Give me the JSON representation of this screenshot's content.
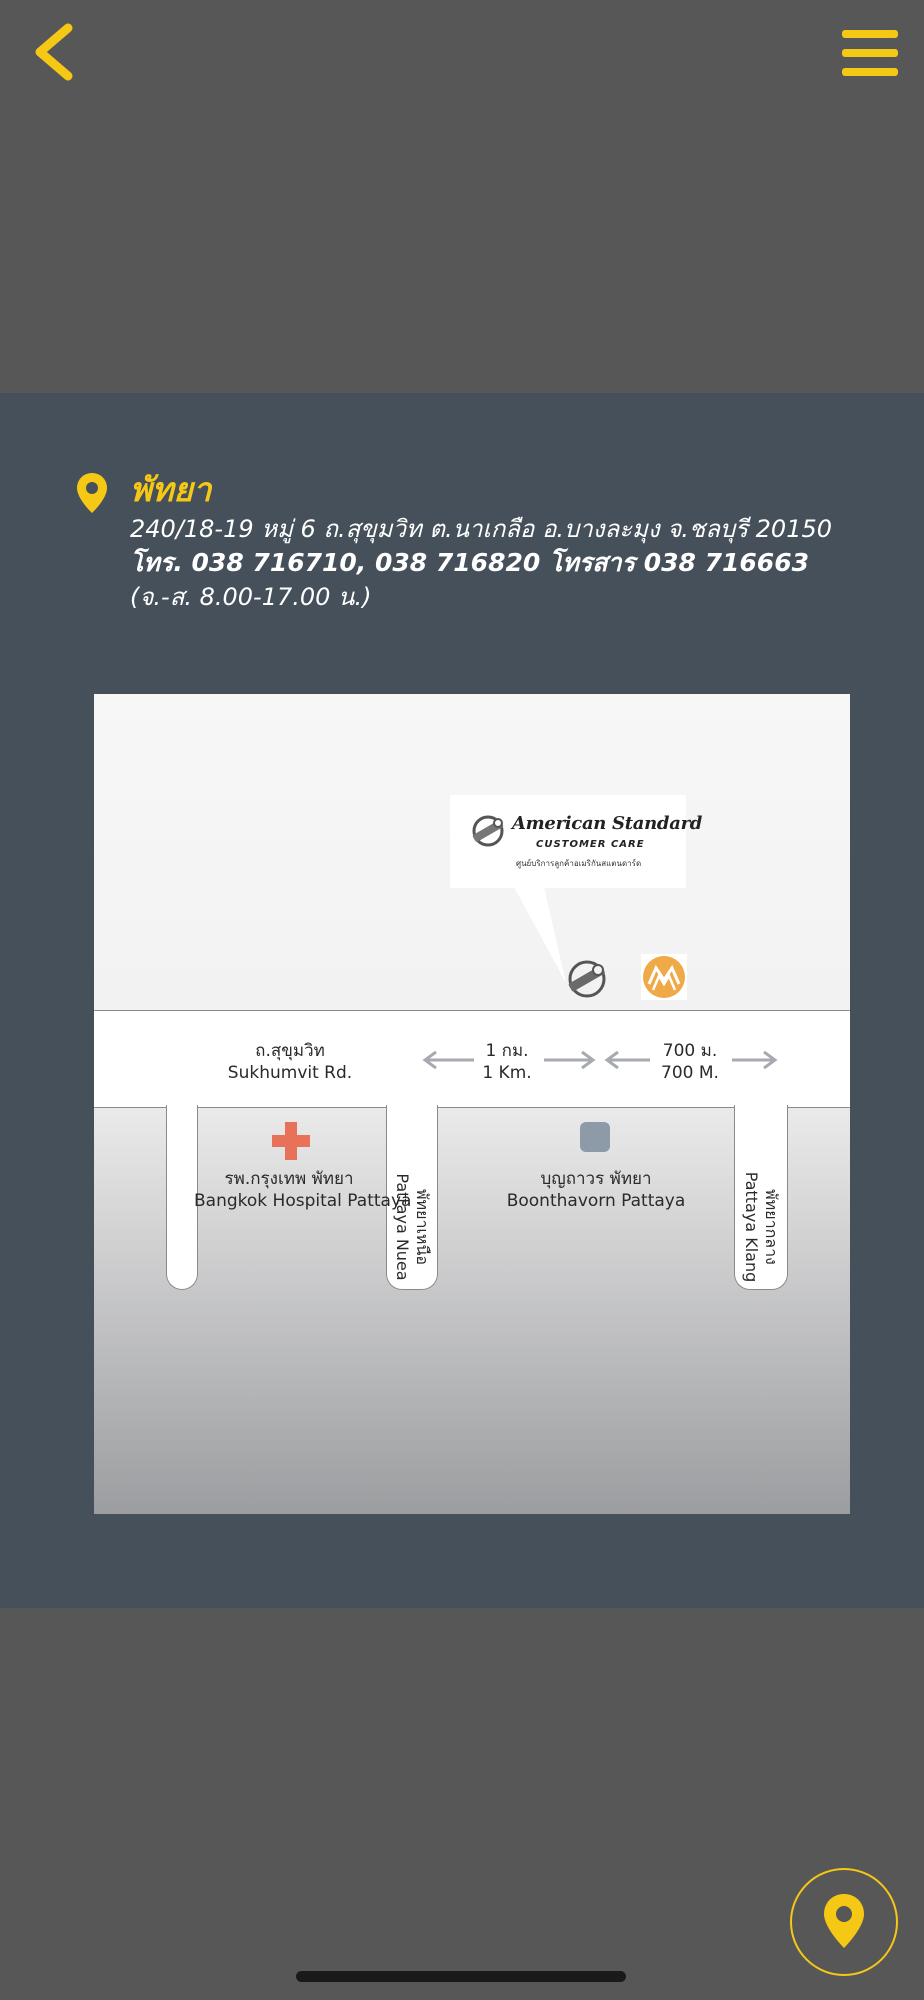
{
  "header": {
    "back_icon": "chevron-left-icon",
    "menu_icon": "hamburger-menu-icon",
    "accent_color": "#f5c816"
  },
  "branch": {
    "name": "พัทยา",
    "address": "240/18-19 หมู่ 6 ถ.สุขุมวิท ต.นาเกลือ อ.บางละมุง จ.ชลบุรี 20150",
    "phone_line": "โทร. 038 716710, 038 716820  โทรสาร 038 716663",
    "hours": "(จ.-ส. 8.00-17.00 น.)"
  },
  "map": {
    "logo": {
      "brand": "American Standard",
      "subtitle": "CUSTOMER CARE",
      "thai_caption": "ศูนย์บริการลูกค้าอเมริกันสแตนดาร์ด"
    },
    "main_road": {
      "thai": "ถ.สุขุมวิท",
      "en": "Sukhumvit Rd."
    },
    "distance_1": {
      "thai": "1 กม.",
      "en": "1 Km."
    },
    "distance_2": {
      "thai": "700 ม.",
      "en": "700 M."
    },
    "hospital": {
      "thai": "รพ.กรุงเทพ พัทยา",
      "en": "Bangkok Hospital Pattaya"
    },
    "boonthavorn": {
      "thai": "บุญถาวร พัทยา",
      "en": "Boonthavorn Pattaya"
    },
    "side_road_1": {
      "thai": "พัทยาเหนือ",
      "en": "Pattaya Nuea"
    },
    "side_road_2": {
      "thai": "พัทยากลาง",
      "en": "Pattaya Klang"
    },
    "colors": {
      "hospital_cross": "#e8715a",
      "bank_logo": "#f0a947",
      "store_marker": "#8d9aa7"
    }
  },
  "fab": {
    "icon": "location-pin-icon"
  }
}
